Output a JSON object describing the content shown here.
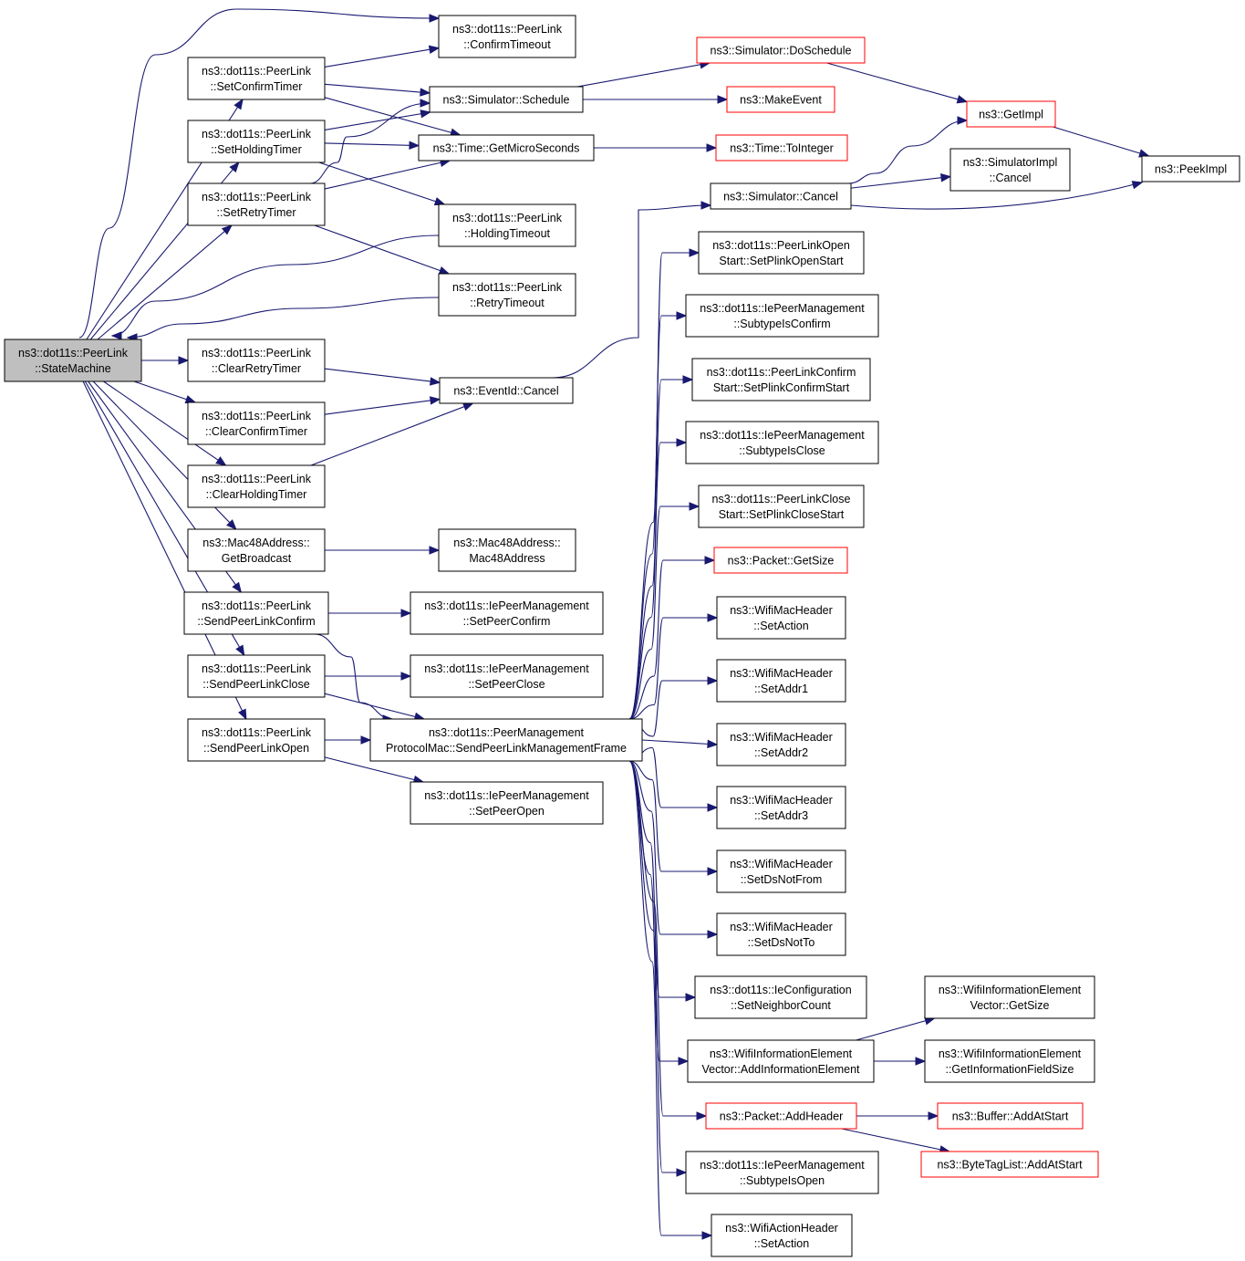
{
  "colors": {
    "edge": "#191970",
    "node_border": "#000000",
    "external_border": "#ff0000",
    "root_fill": "#bfbfbf"
  },
  "nodes": [
    {
      "id": "root",
      "lines": [
        "ns3::dot11s::PeerLink",
        "::StateMachine"
      ],
      "style": "root"
    },
    {
      "id": "confirmTimeout",
      "lines": [
        "ns3::dot11s::PeerLink",
        "::ConfirmTimeout"
      ]
    },
    {
      "id": "setConfirmTimer",
      "lines": [
        "ns3::dot11s::PeerLink",
        "::SetConfirmTimer"
      ]
    },
    {
      "id": "setHoldingTimer",
      "lines": [
        "ns3::dot11s::PeerLink",
        "::SetHoldingTimer"
      ]
    },
    {
      "id": "setRetryTimer",
      "lines": [
        "ns3::dot11s::PeerLink",
        "::SetRetryTimer"
      ]
    },
    {
      "id": "holdingTimeout",
      "lines": [
        "ns3::dot11s::PeerLink",
        "::HoldingTimeout"
      ]
    },
    {
      "id": "retryTimeout",
      "lines": [
        "ns3::dot11s::PeerLink",
        "::RetryTimeout"
      ]
    },
    {
      "id": "clearRetryTimer",
      "lines": [
        "ns3::dot11s::PeerLink",
        "::ClearRetryTimer"
      ]
    },
    {
      "id": "clearConfirmTimer",
      "lines": [
        "ns3::dot11s::PeerLink",
        "::ClearConfirmTimer"
      ]
    },
    {
      "id": "clearHoldingTimer",
      "lines": [
        "ns3::dot11s::PeerLink",
        "::ClearHoldingTimer"
      ]
    },
    {
      "id": "getBroadcast",
      "lines": [
        "ns3::Mac48Address::",
        "GetBroadcast"
      ]
    },
    {
      "id": "mac48Address",
      "lines": [
        "ns3::Mac48Address::",
        "Mac48Address"
      ]
    },
    {
      "id": "sendConfirm",
      "lines": [
        "ns3::dot11s::PeerLink",
        "::SendPeerLinkConfirm"
      ]
    },
    {
      "id": "sendClose",
      "lines": [
        "ns3::dot11s::PeerLink",
        "::SendPeerLinkClose"
      ]
    },
    {
      "id": "sendOpen",
      "lines": [
        "ns3::dot11s::PeerLink",
        "::SendPeerLinkOpen"
      ]
    },
    {
      "id": "setPeerConfirm",
      "lines": [
        "ns3::dot11s::IePeerManagement",
        "::SetPeerConfirm"
      ]
    },
    {
      "id": "setPeerClose",
      "lines": [
        "ns3::dot11s::IePeerManagement",
        "::SetPeerClose"
      ]
    },
    {
      "id": "setPeerOpen",
      "lines": [
        "ns3::dot11s::IePeerManagement",
        "::SetPeerOpen"
      ]
    },
    {
      "id": "sendMgmtFrame",
      "lines": [
        "ns3::dot11s::PeerManagement",
        "ProtocolMac::SendPeerLinkManagementFrame"
      ]
    },
    {
      "id": "schedule",
      "lines": [
        "ns3::Simulator::Schedule"
      ]
    },
    {
      "id": "getMicroSeconds",
      "lines": [
        "ns3::Time::GetMicroSeconds"
      ]
    },
    {
      "id": "eventIdCancel",
      "lines": [
        "ns3::EventId::Cancel"
      ]
    },
    {
      "id": "doSchedule",
      "lines": [
        "ns3::Simulator::DoSchedule"
      ],
      "style": "ext"
    },
    {
      "id": "makeEvent",
      "lines": [
        "ns3::MakeEvent"
      ],
      "style": "ext"
    },
    {
      "id": "toInteger",
      "lines": [
        "ns3::Time::ToInteger"
      ],
      "style": "ext"
    },
    {
      "id": "simCancel",
      "lines": [
        "ns3::Simulator::Cancel"
      ]
    },
    {
      "id": "getImpl",
      "lines": [
        "ns3::GetImpl"
      ],
      "style": "ext"
    },
    {
      "id": "simImplCancel",
      "lines": [
        "ns3::SimulatorImpl",
        "::Cancel"
      ]
    },
    {
      "id": "peekImpl",
      "lines": [
        "ns3::PeekImpl"
      ]
    },
    {
      "id": "plinkOpenStart",
      "lines": [
        "ns3::dot11s::PeerLinkOpen",
        "Start::SetPlinkOpenStart"
      ]
    },
    {
      "id": "subtypeConfirm",
      "lines": [
        "ns3::dot11s::IePeerManagement",
        "::SubtypeIsConfirm"
      ]
    },
    {
      "id": "plinkConfirmStart",
      "lines": [
        "ns3::dot11s::PeerLinkConfirm",
        "Start::SetPlinkConfirmStart"
      ]
    },
    {
      "id": "subtypeClose",
      "lines": [
        "ns3::dot11s::IePeerManagement",
        "::SubtypeIsClose"
      ]
    },
    {
      "id": "plinkCloseStart",
      "lines": [
        "ns3::dot11s::PeerLinkClose",
        "Start::SetPlinkCloseStart"
      ]
    },
    {
      "id": "packetGetSize",
      "lines": [
        "ns3::Packet::GetSize"
      ],
      "style": "ext"
    },
    {
      "id": "setAction",
      "lines": [
        "ns3::WifiMacHeader",
        "::SetAction"
      ]
    },
    {
      "id": "setAddr1",
      "lines": [
        "ns3::WifiMacHeader",
        "::SetAddr1"
      ]
    },
    {
      "id": "setAddr2",
      "lines": [
        "ns3::WifiMacHeader",
        "::SetAddr2"
      ]
    },
    {
      "id": "setAddr3",
      "lines": [
        "ns3::WifiMacHeader",
        "::SetAddr3"
      ]
    },
    {
      "id": "setDsNotFrom",
      "lines": [
        "ns3::WifiMacHeader",
        "::SetDsNotFrom"
      ]
    },
    {
      "id": "setDsNotTo",
      "lines": [
        "ns3::WifiMacHeader",
        "::SetDsNotTo"
      ]
    },
    {
      "id": "setNeighborCount",
      "lines": [
        "ns3::dot11s::IeConfiguration",
        "::SetNeighborCount"
      ]
    },
    {
      "id": "addInfoElement",
      "lines": [
        "ns3::WifiInformationElement",
        "Vector::AddInformationElement"
      ]
    },
    {
      "id": "vectorGetSize",
      "lines": [
        "ns3::WifiInformationElement",
        "Vector::GetSize"
      ]
    },
    {
      "id": "getInfoFieldSize",
      "lines": [
        "ns3::WifiInformationElement",
        "::GetInformationFieldSize"
      ]
    },
    {
      "id": "addHeader",
      "lines": [
        "ns3::Packet::AddHeader"
      ],
      "style": "ext"
    },
    {
      "id": "bufferAddAtStart",
      "lines": [
        "ns3::Buffer::AddAtStart"
      ],
      "style": "ext"
    },
    {
      "id": "byteTagAddAtStart",
      "lines": [
        "ns3::ByteTagList::AddAtStart"
      ],
      "style": "ext"
    },
    {
      "id": "subtypeOpen",
      "lines": [
        "ns3::dot11s::IePeerManagement",
        "::SubtypeIsOpen"
      ]
    },
    {
      "id": "actionHeaderSetAction",
      "lines": [
        "ns3::WifiActionHeader",
        "::SetAction"
      ]
    }
  ],
  "edges": [
    [
      "root",
      "confirmTimeout"
    ],
    [
      "root",
      "setConfirmTimer"
    ],
    [
      "root",
      "setHoldingTimer"
    ],
    [
      "root",
      "setRetryTimer"
    ],
    [
      "root",
      "clearRetryTimer"
    ],
    [
      "root",
      "clearConfirmTimer"
    ],
    [
      "root",
      "clearHoldingTimer"
    ],
    [
      "root",
      "getBroadcast"
    ],
    [
      "root",
      "sendConfirm"
    ],
    [
      "root",
      "sendClose"
    ],
    [
      "root",
      "sendOpen"
    ],
    [
      "holdingTimeout",
      "root"
    ],
    [
      "retryTimeout",
      "root"
    ],
    [
      "setConfirmTimer",
      "confirmTimeout"
    ],
    [
      "setConfirmTimer",
      "schedule"
    ],
    [
      "setConfirmTimer",
      "getMicroSeconds"
    ],
    [
      "setHoldingTimer",
      "schedule"
    ],
    [
      "setHoldingTimer",
      "getMicroSeconds"
    ],
    [
      "setHoldingTimer",
      "holdingTimeout"
    ],
    [
      "setRetryTimer",
      "schedule"
    ],
    [
      "setRetryTimer",
      "getMicroSeconds"
    ],
    [
      "setRetryTimer",
      "retryTimeout"
    ],
    [
      "clearRetryTimer",
      "eventIdCancel"
    ],
    [
      "clearConfirmTimer",
      "eventIdCancel"
    ],
    [
      "clearHoldingTimer",
      "eventIdCancel"
    ],
    [
      "getBroadcast",
      "mac48Address"
    ],
    [
      "sendConfirm",
      "setPeerConfirm"
    ],
    [
      "sendConfirm",
      "sendMgmtFrame"
    ],
    [
      "sendClose",
      "setPeerClose"
    ],
    [
      "sendClose",
      "sendMgmtFrame"
    ],
    [
      "sendOpen",
      "sendMgmtFrame"
    ],
    [
      "sendOpen",
      "setPeerOpen"
    ],
    [
      "schedule",
      "doSchedule"
    ],
    [
      "schedule",
      "makeEvent"
    ],
    [
      "getMicroSeconds",
      "toInteger"
    ],
    [
      "eventIdCancel",
      "simCancel"
    ],
    [
      "doSchedule",
      "getImpl"
    ],
    [
      "simCancel",
      "getImpl"
    ],
    [
      "simCancel",
      "simImplCancel"
    ],
    [
      "simCancel",
      "peekImpl"
    ],
    [
      "getImpl",
      "peekImpl"
    ],
    [
      "sendMgmtFrame",
      "plinkOpenStart"
    ],
    [
      "sendMgmtFrame",
      "subtypeConfirm"
    ],
    [
      "sendMgmtFrame",
      "plinkConfirmStart"
    ],
    [
      "sendMgmtFrame",
      "subtypeClose"
    ],
    [
      "sendMgmtFrame",
      "plinkCloseStart"
    ],
    [
      "sendMgmtFrame",
      "packetGetSize"
    ],
    [
      "sendMgmtFrame",
      "setAction"
    ],
    [
      "sendMgmtFrame",
      "setAddr1"
    ],
    [
      "sendMgmtFrame",
      "setAddr2"
    ],
    [
      "sendMgmtFrame",
      "setAddr3"
    ],
    [
      "sendMgmtFrame",
      "setDsNotFrom"
    ],
    [
      "sendMgmtFrame",
      "setDsNotTo"
    ],
    [
      "sendMgmtFrame",
      "setNeighborCount"
    ],
    [
      "sendMgmtFrame",
      "addInfoElement"
    ],
    [
      "sendMgmtFrame",
      "addHeader"
    ],
    [
      "sendMgmtFrame",
      "subtypeOpen"
    ],
    [
      "sendMgmtFrame",
      "actionHeaderSetAction"
    ],
    [
      "addInfoElement",
      "vectorGetSize"
    ],
    [
      "addInfoElement",
      "getInfoFieldSize"
    ],
    [
      "addHeader",
      "bufferAddAtStart"
    ],
    [
      "addHeader",
      "byteTagAddAtStart"
    ]
  ]
}
